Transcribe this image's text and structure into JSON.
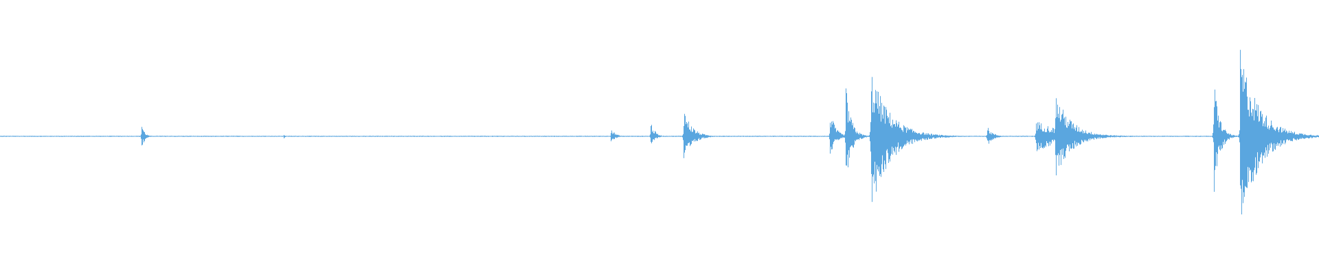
{
  "waveform": {
    "color": "#5aa6df",
    "background": "#ffffff",
    "bursts": [
      {
        "name": "burst-1",
        "at": 0.107,
        "up": 0.12,
        "down": 0.12,
        "decay": 0.002
      },
      {
        "name": "burst-2",
        "at": 0.215,
        "up": 0.02,
        "down": 0.02,
        "decay": 0.001
      },
      {
        "name": "burst-3",
        "at": 0.286,
        "up": 0.01,
        "down": 0.01,
        "decay": 0.001
      },
      {
        "name": "burst-4",
        "at": 0.463,
        "up": 0.07,
        "down": 0.05,
        "decay": 0.003
      },
      {
        "name": "burst-5",
        "at": 0.493,
        "up": 0.12,
        "down": 0.08,
        "decay": 0.003
      },
      {
        "name": "burst-6",
        "at": 0.518,
        "up": 0.22,
        "down": 0.22,
        "decay": 0.006
      },
      {
        "name": "burst-7",
        "at": 0.629,
        "up": 0.2,
        "down": 0.15,
        "decay": 0.004
      },
      {
        "name": "burst-8",
        "at": 0.641,
        "up": 0.38,
        "down": 0.42,
        "decay": 0.004
      },
      {
        "name": "burst-9",
        "at": 0.66,
        "up": 0.5,
        "down": 0.55,
        "decay": 0.014
      },
      {
        "name": "burst-10",
        "at": 0.748,
        "up": 0.08,
        "down": 0.08,
        "decay": 0.004
      },
      {
        "name": "burst-11",
        "at": 0.785,
        "up": 0.12,
        "down": 0.12,
        "decay": 0.022
      },
      {
        "name": "burst-12",
        "at": 0.8,
        "up": 0.32,
        "down": 0.3,
        "decay": 0.012
      },
      {
        "name": "burst-13",
        "at": 0.92,
        "up": 0.45,
        "down": 0.48,
        "decay": 0.004
      },
      {
        "name": "burst-14",
        "at": 0.94,
        "up": 0.65,
        "down": 0.68,
        "decay": 0.014
      }
    ]
  }
}
